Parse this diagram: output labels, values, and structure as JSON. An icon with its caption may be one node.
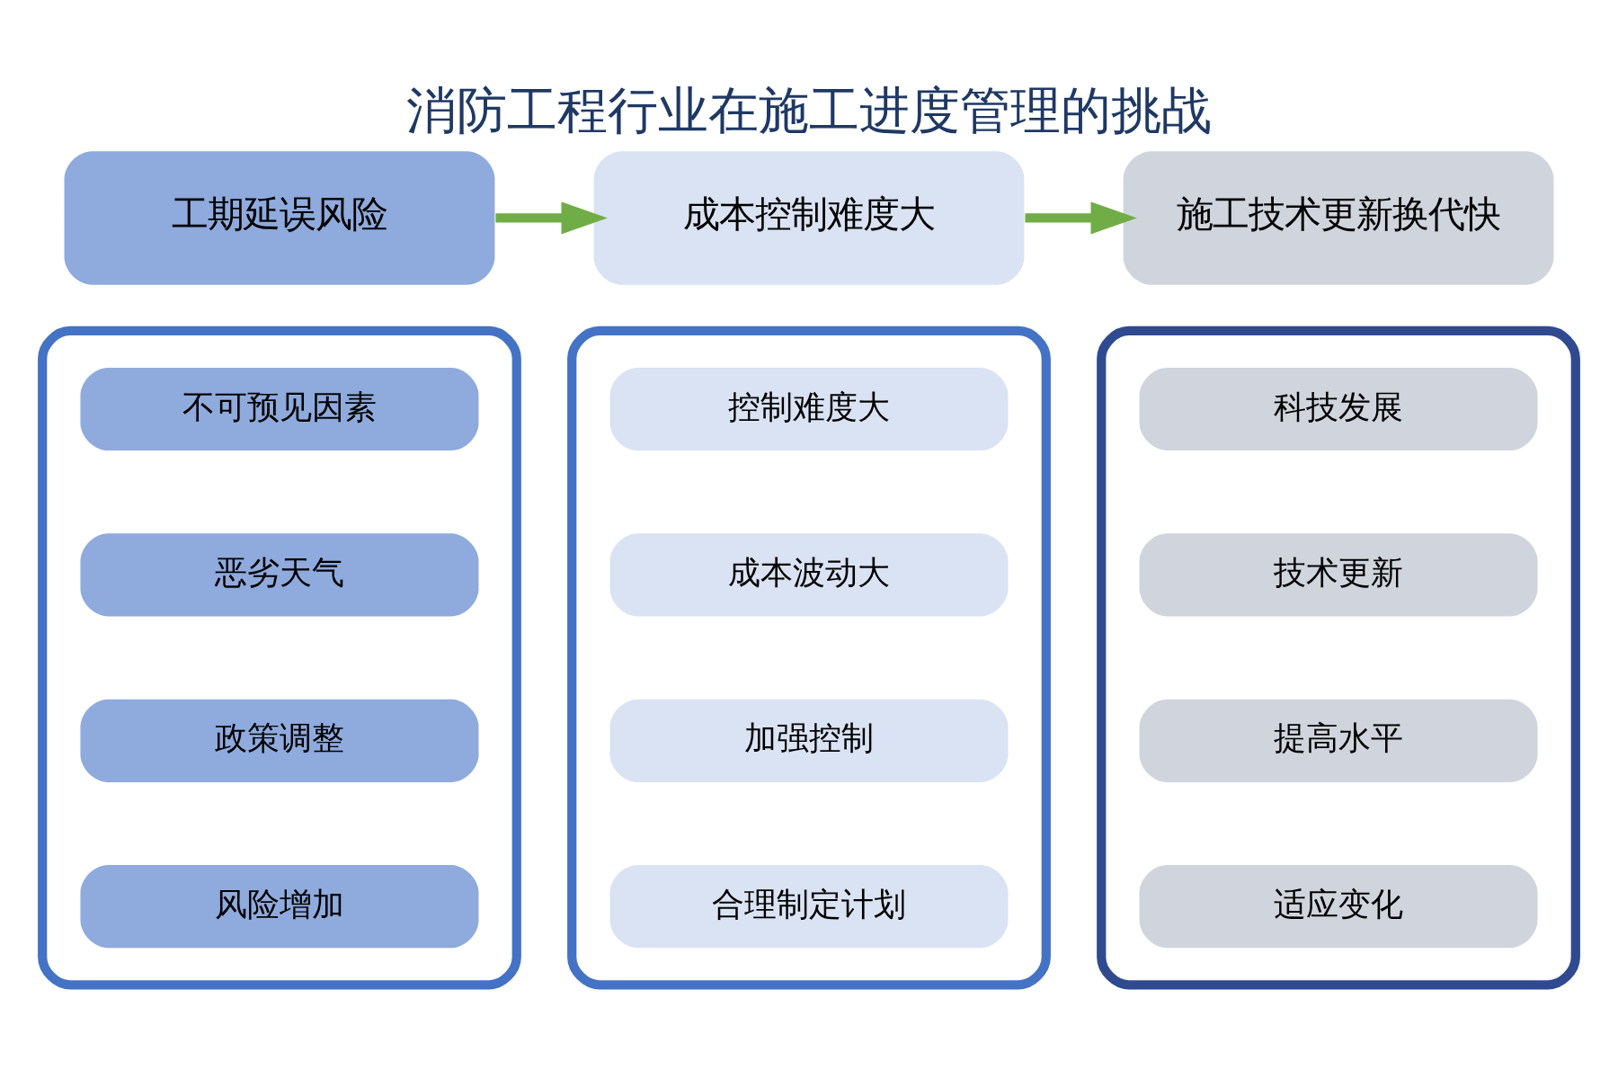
{
  "diagram": {
    "title": "消防工程行业在施工进度管理的挑战",
    "nodes": [
      {
        "text": [
          "工期延误风险"
        ]
      },
      {
        "text": [
          "成本控制难度大"
        ]
      },
      {
        "text": [
          "施工技术更新换代快"
        ]
      },
      {
        "text": [],
        "shape": "box"
      },
      {
        "text": [],
        "shape": "box"
      },
      {
        "text": [],
        "shape": "box"
      },
      {
        "text": [
          "不可预见因素"
        ],
        "in": 3
      },
      {
        "text": [
          "恶劣天气"
        ],
        "in": 3
      },
      {
        "text": [
          "政策调整"
        ],
        "in": 3
      },
      {
        "text": [
          "风险增加"
        ],
        "in": 3
      },
      {
        "text": [
          "控制难度大"
        ],
        "in": 4
      },
      {
        "text": [
          "成本波动大"
        ],
        "in": 4
      },
      {
        "text": [
          "加强控制"
        ],
        "in": 4
      },
      {
        "text": [
          "合理制定计划"
        ],
        "in": 4
      },
      {
        "text": [
          "科技发展"
        ],
        "in": 5
      },
      {
        "text": [
          "技术更新"
        ],
        "in": 5
      },
      {
        "text": [
          "提高水平"
        ],
        "in": 5
      },
      {
        "text": [
          "适应变化"
        ],
        "in": 5
      }
    ],
    "edges": [
      {
        "from": 0,
        "to": 1,
        "arrow": "to"
      },
      {
        "from": 1,
        "to": 2,
        "arrow": "to"
      }
    ]
  }
}
